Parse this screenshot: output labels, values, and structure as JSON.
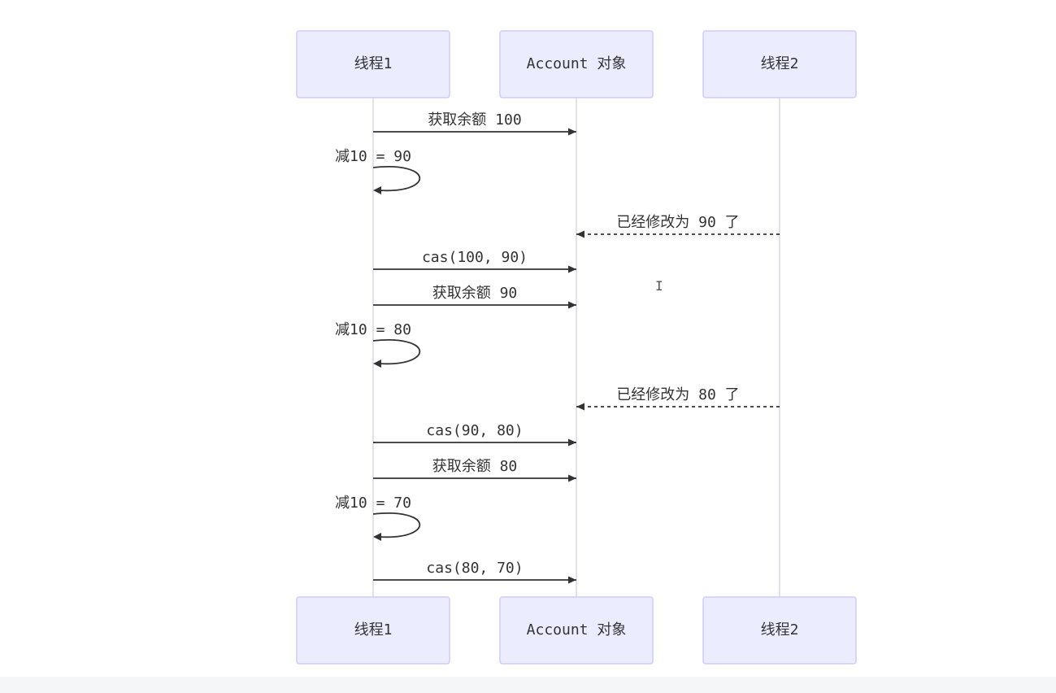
{
  "actors": [
    {
      "id": "t1",
      "label": "线程1"
    },
    {
      "id": "acc",
      "label": "Account 对象"
    },
    {
      "id": "t2",
      "label": "线程2"
    }
  ],
  "messages": [
    {
      "from": "t1",
      "to": "acc",
      "label": "获取余额 100",
      "style": "solid"
    },
    {
      "from": "t1",
      "to": "t1",
      "label": "减10 = 90",
      "style": "self"
    },
    {
      "from": "t2",
      "to": "acc",
      "label": "已经修改为 90 了",
      "style": "dotted"
    },
    {
      "from": "t1",
      "to": "acc",
      "label": "cas(100, 90)",
      "style": "solid"
    },
    {
      "from": "t1",
      "to": "acc",
      "label": "获取余额 90",
      "style": "solid"
    },
    {
      "from": "t1",
      "to": "t1",
      "label": "减10 = 80",
      "style": "self"
    },
    {
      "from": "t2",
      "to": "acc",
      "label": "已经修改为 80 了",
      "style": "dotted"
    },
    {
      "from": "t1",
      "to": "acc",
      "label": "cas(90, 80)",
      "style": "solid"
    },
    {
      "from": "t1",
      "to": "acc",
      "label": "获取余额 80",
      "style": "solid"
    },
    {
      "from": "t1",
      "to": "t1",
      "label": "减10 = 70",
      "style": "self"
    },
    {
      "from": "t1",
      "to": "acc",
      "label": "cas(80, 70)",
      "style": "solid"
    }
  ],
  "colors": {
    "actor_fill": "#ececff",
    "actor_border": "#ccccff",
    "line": "#333333",
    "lifeline": "#d9d9e6"
  }
}
